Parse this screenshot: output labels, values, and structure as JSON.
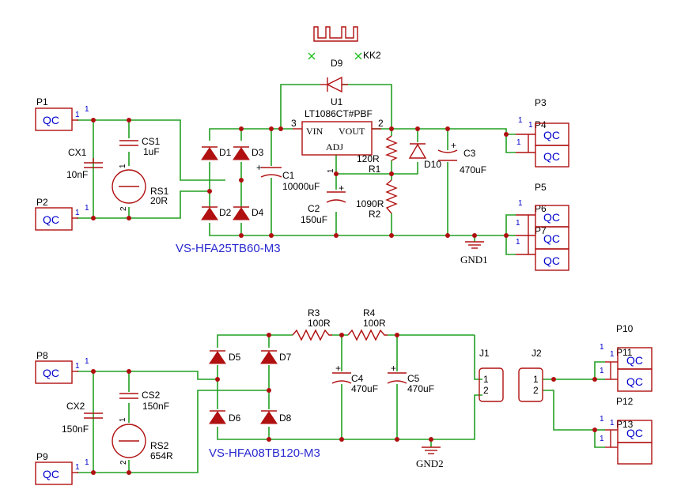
{
  "labels": {
    "P1": "P1",
    "P2": "P2",
    "P3": "P3",
    "P4": "P4",
    "P5": "P5",
    "P6": "P6",
    "P7": "P7",
    "P8": "P8",
    "P9": "P9",
    "P10": "P10",
    "P11": "P11",
    "P12": "P12",
    "P13": "P13",
    "QC": "QC",
    "CX1": "CX1",
    "CX1v": "10nF",
    "CS1": "CS1",
    "CS1v": "1uF",
    "RS1": "RS1",
    "RS1v": "20R",
    "D1": "D1",
    "D2": "D2",
    "D3": "D3",
    "D4": "D4",
    "D5": "D5",
    "D6": "D6",
    "D7": "D7",
    "D8": "D8",
    "D9": "D9",
    "D10": "D10",
    "KK2": "KK2",
    "U1": "U1",
    "U1v": "LT1086CT#PBF",
    "VIN": "VIN",
    "VOUT": "VOUT",
    "ADJ": "ADJ",
    "C1": "C1",
    "C1v": "10000uF",
    "C2": "C2",
    "C2v": "150uF",
    "C3": "C3",
    "C3v": "470uF",
    "R1": "R1",
    "R1v": "120R",
    "R2": "R2",
    "R2v": "1090R",
    "GND1": "GND1",
    "GND2": "GND2",
    "BR1": "VS-HFA25TB60-M3",
    "BR2": "VS-HFA08TB120-M3",
    "CX2": "CX2",
    "CX2v": "150nF",
    "CS2": "CS2",
    "CS2v": "150nF",
    "RS2": "RS2",
    "RS2v": "654R",
    "R3": "R3",
    "R3v": "100R",
    "R4": "R4",
    "R4v": "100R",
    "C4": "C4",
    "C4v": "470uF",
    "C5": "C5",
    "C5v": "470uF",
    "J1": "J1",
    "J2": "J2",
    "pin1": "1",
    "pin2": "2",
    "pin3": "3"
  }
}
